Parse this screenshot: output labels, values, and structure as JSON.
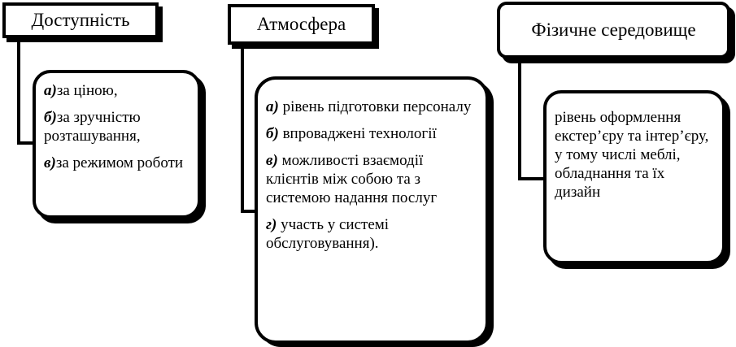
{
  "columns": [
    {
      "header": "Доступність",
      "items": [
        {
          "label": "а)",
          "text": "за ціною,"
        },
        {
          "label": "б)",
          "text": "за зручністю розташування,"
        },
        {
          "label": "в)",
          "text": "за режимом роботи"
        }
      ]
    },
    {
      "header": "Атмосфера",
      "items": [
        {
          "label": "а)",
          "text": " рівень підготовки персоналу"
        },
        {
          "label": " б)",
          "text": " впроваджені технології"
        },
        {
          "label": "в)",
          "text": " можливості взаємодії клієнтів між собою та з системою надання послуг"
        },
        {
          "label": "г)",
          "text": " участь у системі обслуговування)."
        }
      ]
    },
    {
      "header": "Фізичне середовище",
      "items": [
        {
          "label": "",
          "text": "рівень оформлення екстер’єру та інтер’єру, у тому числі меблі, обладнання та їх дизайн"
        }
      ]
    }
  ]
}
